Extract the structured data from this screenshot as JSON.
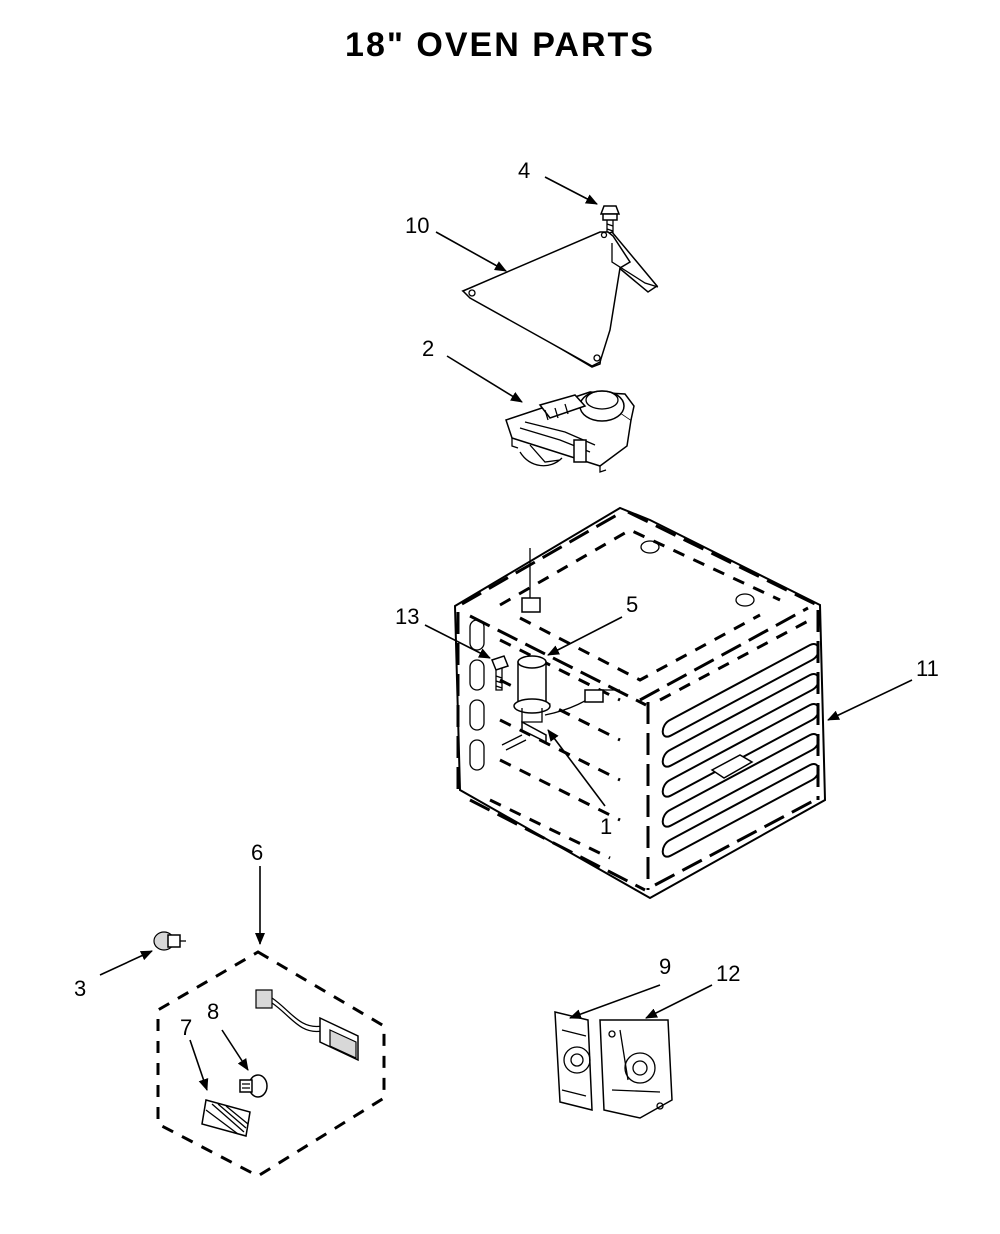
{
  "title": "18\" OVEN PARTS",
  "callouts": {
    "p1": "1",
    "p2": "2",
    "p3": "3",
    "p4": "4",
    "p5": "5",
    "p6": "6",
    "p7": "7",
    "p8": "8",
    "p9": "9",
    "p10": "10",
    "p11": "11",
    "p12": "12",
    "p13": "13"
  }
}
